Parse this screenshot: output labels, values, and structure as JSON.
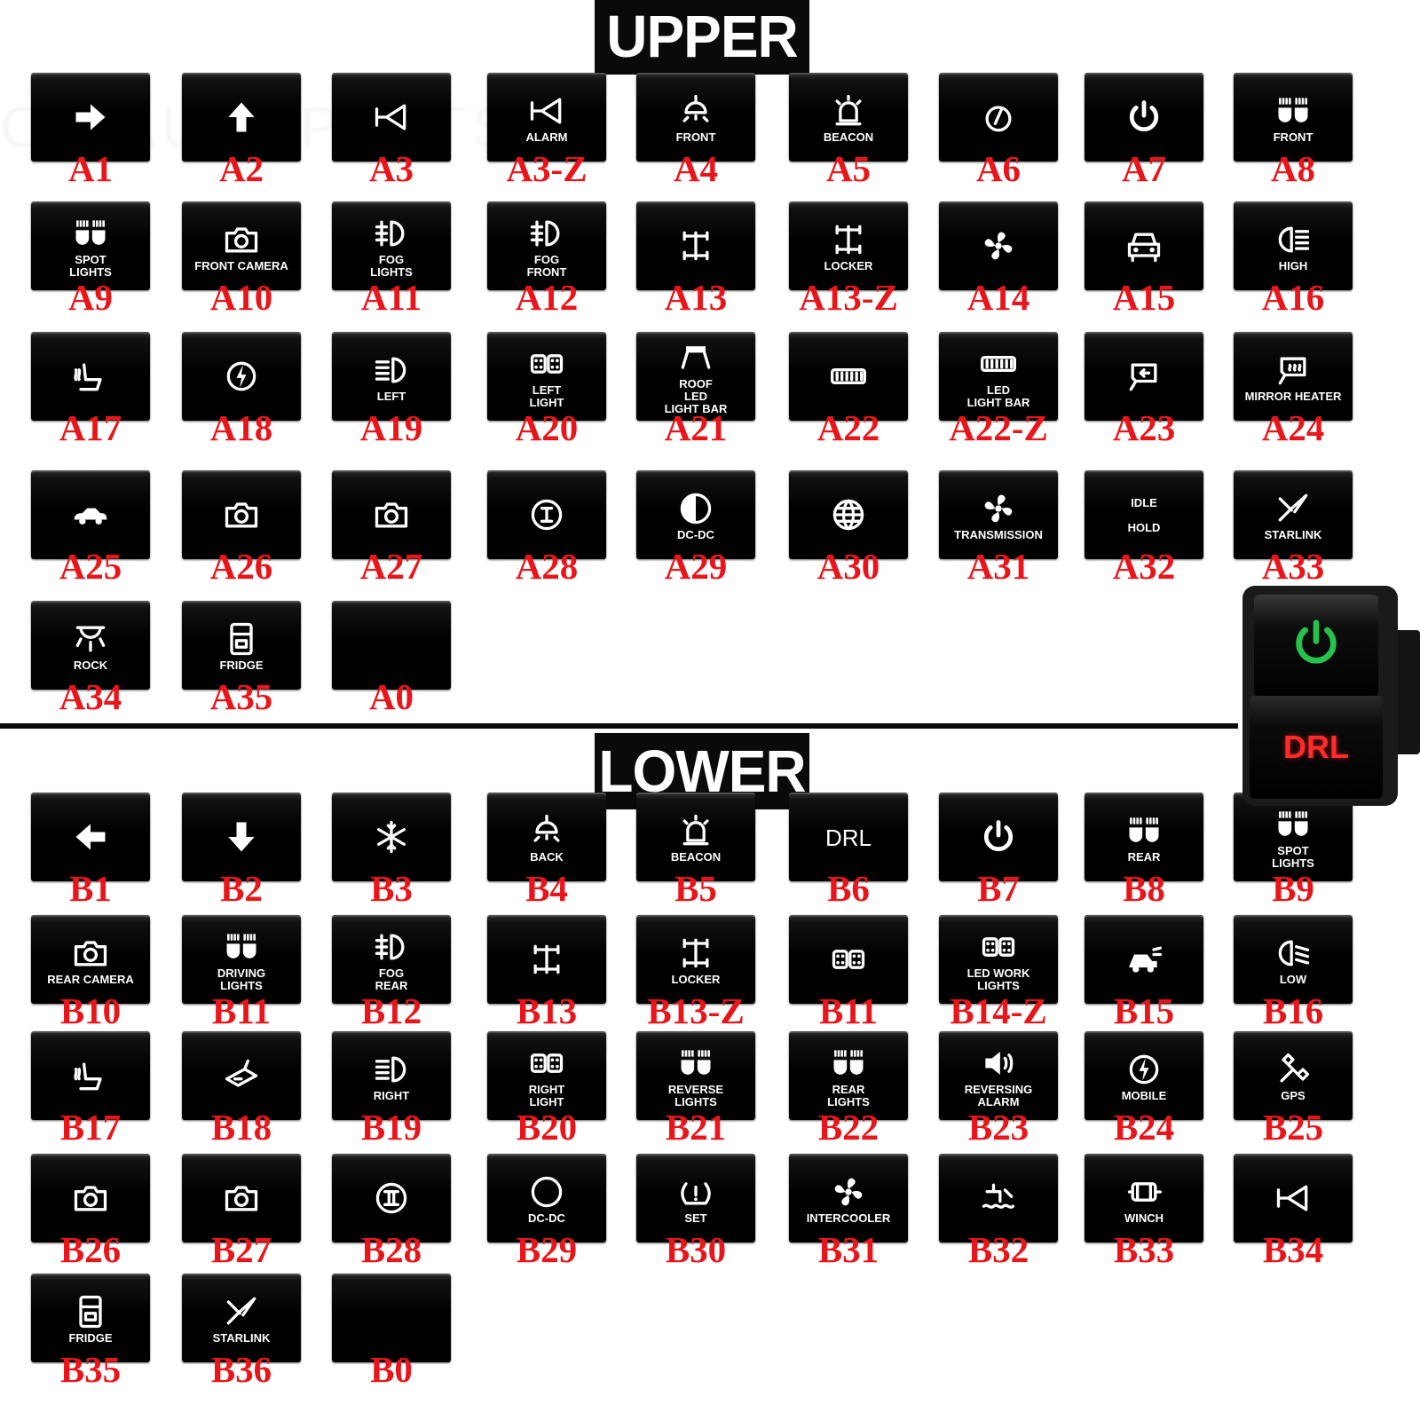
{
  "sections": {
    "upper_title": "UPPER",
    "lower_title": "LOWER"
  },
  "watermark": "CX-AUTOPARTS",
  "colors": {
    "code_red": "#e8161b",
    "button_black": "#000000",
    "power_green": "#27c24c",
    "drl_red": "#ff2a2a"
  },
  "demo_switch": {
    "top_icon": "power-icon",
    "bottom_label": "DRL"
  },
  "upper": [
    {
      "code": "A1",
      "icon": "arrow-right-icon",
      "label": ""
    },
    {
      "code": "A2",
      "icon": "arrow-up-icon",
      "label": ""
    },
    {
      "code": "A3",
      "icon": "horn-icon",
      "label": ""
    },
    {
      "code": "A3-Z",
      "icon": "horn-icon",
      "label": "ALARM"
    },
    {
      "code": "A4",
      "icon": "dome-light-icon",
      "label": "FRONT"
    },
    {
      "code": "A5",
      "icon": "beacon-icon",
      "label": "BEACON"
    },
    {
      "code": "A6",
      "icon": "hand-brake-icon",
      "label": ""
    },
    {
      "code": "A7",
      "icon": "power-icon",
      "label": ""
    },
    {
      "code": "A8",
      "icon": "spot-lights-icon",
      "label": "FRONT"
    },
    {
      "code": "A9",
      "icon": "spot-lights-icon",
      "label": "SPOT\nLIGHTS"
    },
    {
      "code": "A10",
      "icon": "camera-icon",
      "label": "FRONT CAMERA"
    },
    {
      "code": "A11",
      "icon": "fog-light-icon",
      "label": "FOG\nLIGHTS"
    },
    {
      "code": "A12",
      "icon": "fog-light-icon",
      "label": "FOG\nFRONT"
    },
    {
      "code": "A13",
      "icon": "axle-icon",
      "label": ""
    },
    {
      "code": "A13-Z",
      "icon": "axle-icon",
      "label": "LOCKER"
    },
    {
      "code": "A14",
      "icon": "fan-icon",
      "label": ""
    },
    {
      "code": "A15",
      "icon": "car-front-icon",
      "label": ""
    },
    {
      "code": "A16",
      "icon": "high-beam-icon",
      "label": "HIGH"
    },
    {
      "code": "A17",
      "icon": "seat-heater-icon",
      "label": ""
    },
    {
      "code": "A18",
      "icon": "bolt-icon",
      "label": ""
    },
    {
      "code": "A19",
      "icon": "headlight-icon",
      "label": "LEFT"
    },
    {
      "code": "A20",
      "icon": "work-lights-icon",
      "label": "LEFT\nLIGHT"
    },
    {
      "code": "A21",
      "icon": "roof-bar-icon",
      "label": "ROOF\nLED\nLIGHT BAR"
    },
    {
      "code": "A22",
      "icon": "light-bar-icon",
      "label": ""
    },
    {
      "code": "A22-Z",
      "icon": "light-bar-icon",
      "label": "LED\nLIGHT BAR"
    },
    {
      "code": "A23",
      "icon": "mirror-icon",
      "label": ""
    },
    {
      "code": "A24",
      "icon": "mirror-heater-icon",
      "label": "MIRROR HEATER"
    },
    {
      "code": "A25",
      "icon": "car-side-icon",
      "label": ""
    },
    {
      "code": "A26",
      "icon": "camera-icon",
      "label": ""
    },
    {
      "code": "A27",
      "icon": "camera-icon",
      "label": ""
    },
    {
      "code": "A28",
      "icon": "roman-one-icon",
      "label": ""
    },
    {
      "code": "A29",
      "icon": "half-circle-icon",
      "label": "DC-DC"
    },
    {
      "code": "A30",
      "icon": "globe-icon",
      "label": ""
    },
    {
      "code": "A31",
      "icon": "fan-icon",
      "label": "TRANSMISSION"
    },
    {
      "code": "A32",
      "icon": "",
      "label": "IDLE\n\nHOLD"
    },
    {
      "code": "A33",
      "icon": "starlink-icon",
      "label": "STARLINK"
    },
    {
      "code": "A34",
      "icon": "rock-light-icon",
      "label": "ROCK"
    },
    {
      "code": "A35",
      "icon": "fridge-icon",
      "label": "FRIDGE"
    },
    {
      "code": "A0",
      "icon": "",
      "label": ""
    }
  ],
  "lower": [
    {
      "code": "B1",
      "icon": "arrow-left-icon",
      "label": ""
    },
    {
      "code": "B2",
      "icon": "arrow-down-icon",
      "label": ""
    },
    {
      "code": "B3",
      "icon": "snowflake-icon",
      "label": ""
    },
    {
      "code": "B4",
      "icon": "dome-light-icon",
      "label": "BACK"
    },
    {
      "code": "B5",
      "icon": "beacon-icon",
      "label": "BEACON"
    },
    {
      "code": "B6",
      "icon": "drl-text-icon",
      "label": "DRL"
    },
    {
      "code": "B7",
      "icon": "power-icon",
      "label": ""
    },
    {
      "code": "B8",
      "icon": "spot-lights-icon",
      "label": "REAR"
    },
    {
      "code": "B9",
      "icon": "spot-lights-icon",
      "label": "SPOT\nLIGHTS"
    },
    {
      "code": "B10",
      "icon": "camera-icon",
      "label": "REAR CAMERA"
    },
    {
      "code": "B11",
      "icon": "spot-lights-icon",
      "label": "DRIVING\nLIGHTS"
    },
    {
      "code": "B12",
      "icon": "fog-light-icon",
      "label": "FOG\nREAR"
    },
    {
      "code": "B13",
      "icon": "axle-icon",
      "label": ""
    },
    {
      "code": "B13-Z",
      "icon": "axle-icon",
      "label": "LOCKER"
    },
    {
      "code": "B11",
      "icon": "work-lights-icon",
      "label": ""
    },
    {
      "code": "B14-Z",
      "icon": "work-lights-icon",
      "label": "LED WORK\nLIGHTS"
    },
    {
      "code": "B15",
      "icon": "offroad-icon",
      "label": ""
    },
    {
      "code": "B16",
      "icon": "low-beam-icon",
      "label": "LOW"
    },
    {
      "code": "B17",
      "icon": "seat-heater-icon",
      "label": ""
    },
    {
      "code": "B18",
      "icon": "radio-icon",
      "label": ""
    },
    {
      "code": "B19",
      "icon": "headlight-icon",
      "label": "RIGHT"
    },
    {
      "code": "B20",
      "icon": "work-lights-icon",
      "label": "RIGHT\nLIGHT"
    },
    {
      "code": "B21",
      "icon": "spot-lights-icon",
      "label": "REVERSE\nLIGHTS"
    },
    {
      "code": "B22",
      "icon": "spot-lights-icon",
      "label": "REAR\nLIGHTS"
    },
    {
      "code": "B23",
      "icon": "speaker-icon",
      "label": "REVERSING\nALARM"
    },
    {
      "code": "B24",
      "icon": "bolt-icon",
      "label": "MOBILE"
    },
    {
      "code": "B25",
      "icon": "satellite-icon",
      "label": "GPS"
    },
    {
      "code": "B26",
      "icon": "camera-icon",
      "label": ""
    },
    {
      "code": "B27",
      "icon": "camera-icon",
      "label": ""
    },
    {
      "code": "B28",
      "icon": "roman-two-icon",
      "label": ""
    },
    {
      "code": "B29",
      "icon": "circle-icon",
      "label": "DC-DC"
    },
    {
      "code": "B30",
      "icon": "tire-pressure-icon",
      "label": "SET"
    },
    {
      "code": "B31",
      "icon": "fan-icon",
      "label": "INTERCOOLER"
    },
    {
      "code": "B32",
      "icon": "coolant-icon",
      "label": ""
    },
    {
      "code": "B33",
      "icon": "winch-icon",
      "label": "WINCH"
    },
    {
      "code": "B34",
      "icon": "horn-icon",
      "label": ""
    },
    {
      "code": "B35",
      "icon": "fridge-icon",
      "label": "FRIDGE"
    },
    {
      "code": "B36",
      "icon": "starlink-icon",
      "label": "STARLINK"
    },
    {
      "code": "B0",
      "icon": "",
      "label": ""
    }
  ]
}
